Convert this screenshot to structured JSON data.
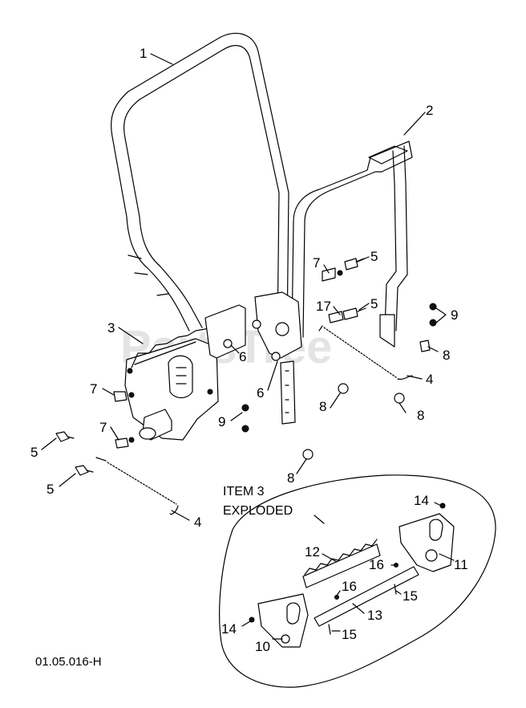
{
  "watermark": "PartsTree",
  "callouts": [
    {
      "id": "c1",
      "text": "1"
    },
    {
      "id": "c2",
      "text": "2"
    },
    {
      "id": "c3",
      "text": "3"
    },
    {
      "id": "c4a",
      "text": "4"
    },
    {
      "id": "c4b",
      "text": "4"
    },
    {
      "id": "c5a",
      "text": "5"
    },
    {
      "id": "c5b",
      "text": "5"
    },
    {
      "id": "c5c",
      "text": "5"
    },
    {
      "id": "c5d",
      "text": "5"
    },
    {
      "id": "c6a",
      "text": "6"
    },
    {
      "id": "c6b",
      "text": "6"
    },
    {
      "id": "c7a",
      "text": "7"
    },
    {
      "id": "c7b",
      "text": "7"
    },
    {
      "id": "c7c",
      "text": "7"
    },
    {
      "id": "c8a",
      "text": "8"
    },
    {
      "id": "c8b",
      "text": "8"
    },
    {
      "id": "c8c",
      "text": "8"
    },
    {
      "id": "c8d",
      "text": "8"
    },
    {
      "id": "c9a",
      "text": "9"
    },
    {
      "id": "c9b",
      "text": "9"
    },
    {
      "id": "c17",
      "text": "17"
    }
  ],
  "exploded": {
    "title_line1": "ITEM 3",
    "title_line2": "EXPLODED",
    "callouts": [
      {
        "id": "e10",
        "text": "10"
      },
      {
        "id": "e11",
        "text": "11"
      },
      {
        "id": "e12",
        "text": "12"
      },
      {
        "id": "e13",
        "text": "13"
      },
      {
        "id": "e14a",
        "text": "14"
      },
      {
        "id": "e14b",
        "text": "14"
      },
      {
        "id": "e15a",
        "text": "15"
      },
      {
        "id": "e15b",
        "text": "15"
      },
      {
        "id": "e16a",
        "text": "16"
      },
      {
        "id": "e16b",
        "text": "16"
      }
    ]
  },
  "drawing_reference": "01.05.016-H"
}
